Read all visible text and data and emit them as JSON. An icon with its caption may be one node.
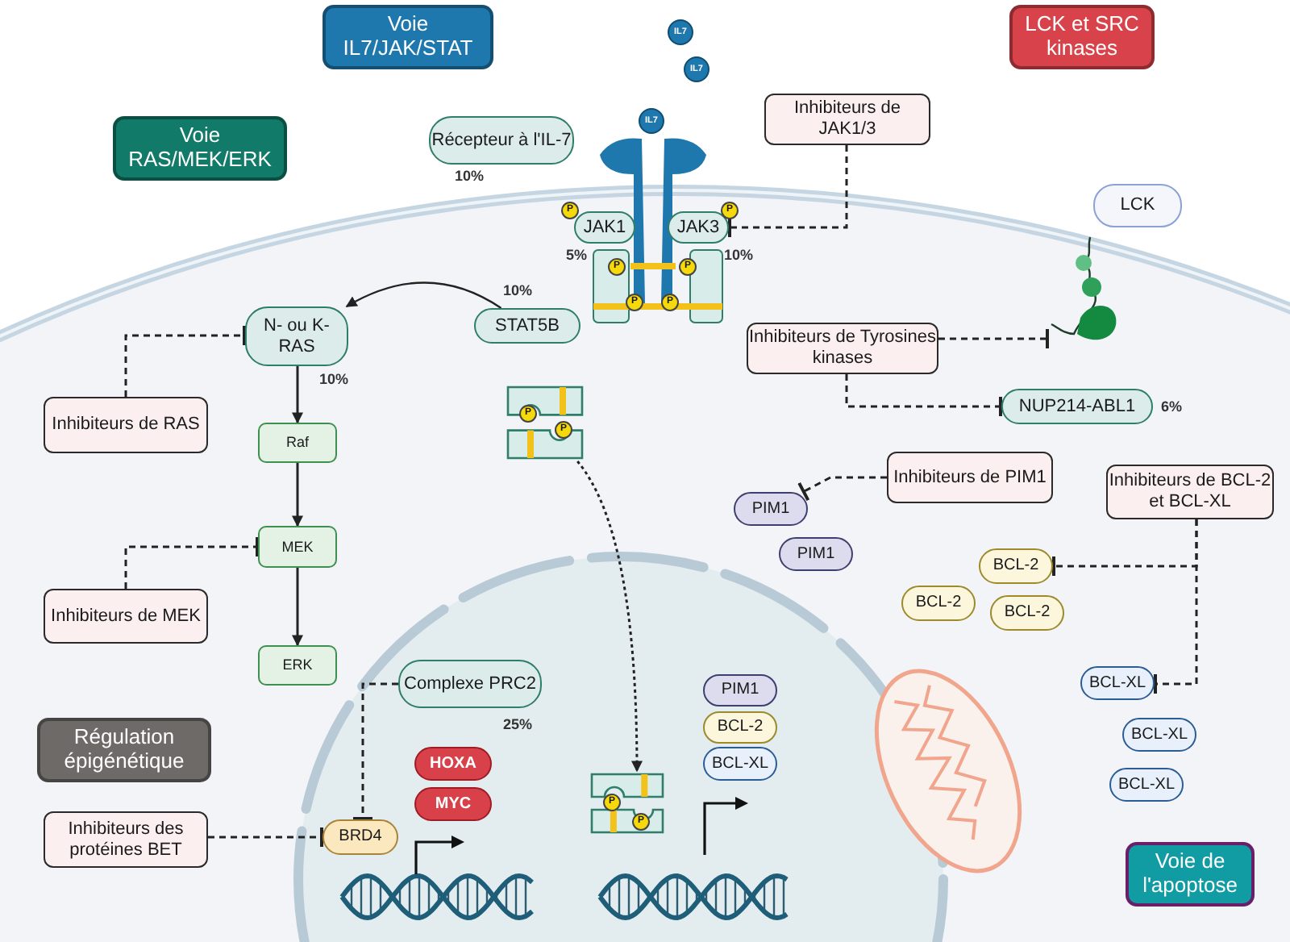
{
  "diagram": {
    "nodes": [
      {
        "text": [
          "Voie IL7/JAK/STAT"
        ]
      },
      {
        "text": [
          "LCK et SRC kinases"
        ]
      },
      {
        "text": [
          "Voie RAS/MEK/ERK"
        ]
      },
      {
        "text": [
          "Récepteur à l'IL-7"
        ],
        "beside": [
          "10%"
        ]
      },
      {
        "text": [
          "Inhibiteurs de JAK1/3"
        ]
      },
      {
        "text": [
          "LCK"
        ]
      },
      {
        "text": [
          "JAK1"
        ],
        "beside": [
          "5%"
        ]
      },
      {
        "text": [
          "JAK3"
        ],
        "beside": [
          "10%"
        ]
      },
      {
        "text": [
          "N- ou K-RAS"
        ],
        "beside": [
          "10%"
        ]
      },
      {
        "text": [
          "STAT5B"
        ],
        "beside": [
          "10%"
        ]
      },
      {
        "text": [
          "Inhibiteurs de Tyrosines kinases"
        ]
      },
      {
        "text": [
          "NUP214-ABL1"
        ],
        "beside": [
          "6%"
        ]
      },
      {
        "text": [
          "Inhibiteurs de RAS"
        ]
      },
      {
        "text": [
          "Raf"
        ]
      },
      {
        "text": [
          "Inhibiteurs de PIM1"
        ]
      },
      {
        "text": [
          "Inhibiteurs de BCL-2 et BCL-XL"
        ]
      },
      {
        "text": [
          "PIM1"
        ]
      },
      {
        "text": [
          "PIM1"
        ]
      },
      {
        "text": [
          "MEK"
        ]
      },
      {
        "text": [
          "BCL-2"
        ]
      },
      {
        "text": [
          "BCL-2"
        ]
      },
      {
        "text": [
          "BCL-2"
        ]
      },
      {
        "text": [
          "Inhibiteurs de MEK"
        ]
      },
      {
        "text": [
          "ERK"
        ]
      },
      {
        "text": [
          "Complexe PRC2"
        ],
        "beside": [
          "25%"
        ]
      },
      {
        "text": [
          "BCL-XL"
        ]
      },
      {
        "text": [
          "Régulation épigénétique"
        ]
      },
      {
        "text": [
          "PIM1"
        ]
      },
      {
        "text": [
          "BCL-2"
        ]
      },
      {
        "text": [
          "BCL-XL"
        ]
      },
      {
        "text": [
          "HOXA"
        ]
      },
      {
        "text": [
          "MYC"
        ]
      },
      {
        "text": [
          "BCL-XL"
        ]
      },
      {
        "text": [
          "Inhibiteurs des protéines BET"
        ]
      },
      {
        "text": [
          "BRD4"
        ]
      },
      {
        "text": [
          "BCL-XL"
        ]
      },
      {
        "text": [
          "Voie de l'apoptose"
        ]
      },
      {
        "text": [
          "IL7"
        ]
      },
      {
        "text": [
          "IL7"
        ]
      },
      {
        "text": [
          "IL7"
        ]
      },
      {
        "text": [],
        "shape": "picture"
      },
      {
        "text": [],
        "shape": "picture"
      },
      {
        "text": [],
        "shape": "picture"
      },
      {
        "text": [
          "P"
        ]
      },
      {
        "text": [
          "P"
        ]
      },
      {
        "text": [
          "P"
        ]
      },
      {
        "text": [
          "P"
        ]
      },
      {
        "text": [
          "P"
        ]
      },
      {
        "text": [
          "P"
        ]
      },
      {
        "text": [
          "P"
        ],
        "in": 40
      },
      {
        "text": [
          "P"
        ],
        "in": 40
      },
      {
        "text": [
          "P"
        ],
        "in": 41
      },
      {
        "text": [
          "P"
        ],
        "in": 41
      }
    ],
    "edges": [
      {
        "from": 4,
        "to": 7,
        "arrow": "other",
        "style": "dashed"
      },
      {
        "from": 12,
        "to": 8,
        "arrow": "other",
        "style": "dashed"
      },
      {
        "from": 9,
        "to": 8,
        "arrow": "to"
      },
      {
        "from": 8,
        "to": 13,
        "arrow": "to"
      },
      {
        "from": 13,
        "to": 18,
        "arrow": "to"
      },
      {
        "from": 18,
        "to": 23,
        "arrow": "to"
      },
      {
        "from": 22,
        "to": 18,
        "arrow": "other",
        "style": "dashed"
      },
      {
        "from": 10,
        "to": 42,
        "arrow": "other",
        "style": "dashed"
      },
      {
        "from": 10,
        "to": 11,
        "arrow": "other",
        "style": "dashed"
      },
      {
        "from": 14,
        "to": 16,
        "arrow": "other",
        "style": "dashed"
      },
      {
        "from": 15,
        "to": 19,
        "arrow": "other",
        "style": "dashed"
      },
      {
        "from": 15,
        "to": 25,
        "arrow": "other",
        "style": "dashed"
      },
      {
        "from": 24,
        "to": 34,
        "arrow": "other",
        "style": "dashed"
      },
      {
        "from": 33,
        "to": 34,
        "arrow": "other",
        "style": "dashed"
      },
      {
        "from": 40,
        "to": 41,
        "arrow": "to",
        "style": "dashed"
      }
    ]
  }
}
